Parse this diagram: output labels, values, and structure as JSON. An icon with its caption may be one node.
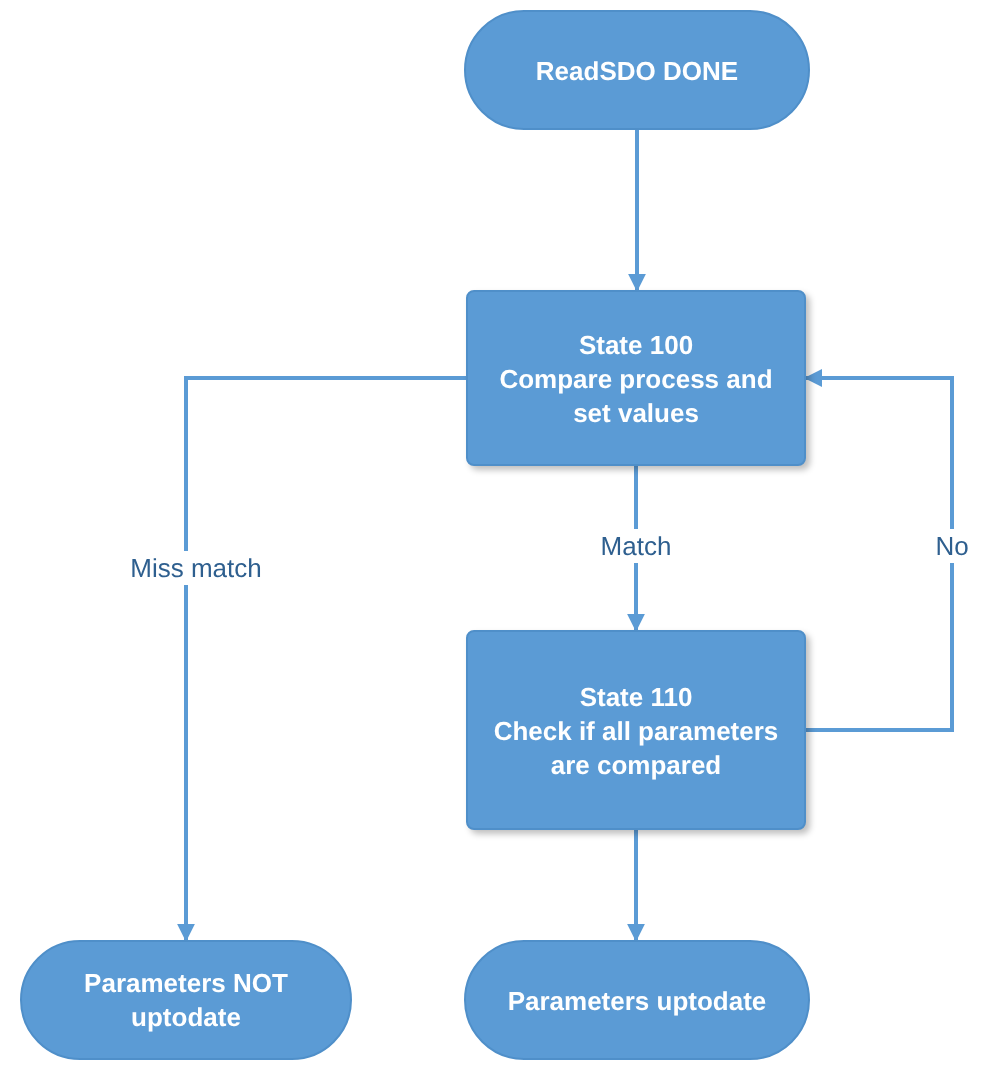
{
  "diagram": {
    "nodes": [
      {
        "text": [
          "ReadSDO DONE"
        ]
      },
      {
        "text": [
          "State 100",
          "Compare process and set values"
        ]
      },
      {
        "text": [
          "State 110",
          "Check if all parameters are compared"
        ]
      },
      {
        "text": [
          "Parameters NOT uptodate"
        ]
      },
      {
        "text": [
          "Parameters uptodate"
        ]
      }
    ],
    "edges": [
      {
        "from": 0,
        "to": 1,
        "arrow": "to"
      },
      {
        "from": 1,
        "to": 2,
        "arrow": "to",
        "label": "Match"
      },
      {
        "from": 2,
        "to": 1,
        "arrow": "to",
        "label": "No"
      },
      {
        "from": 1,
        "to": 3,
        "arrow": "to",
        "label": "Miss match"
      },
      {
        "from": 2,
        "to": 4,
        "arrow": "to"
      }
    ]
  }
}
